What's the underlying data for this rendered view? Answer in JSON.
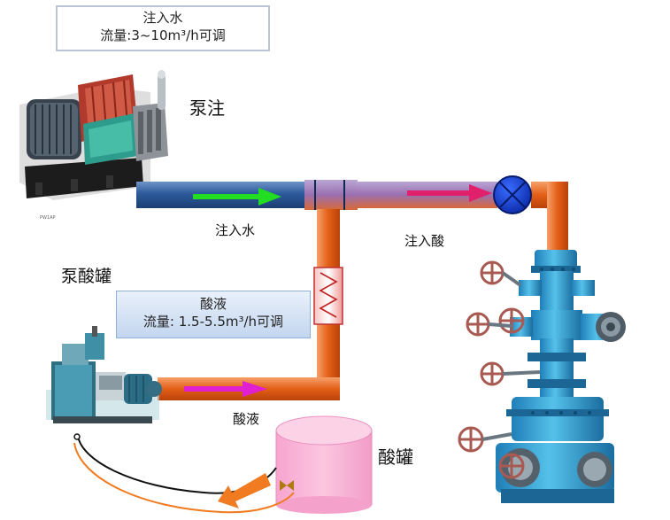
{
  "info_water": {
    "line1": "注入水",
    "line2": "流量:3~10m³/h可调"
  },
  "info_acid": {
    "line1": "酸液",
    "line2": "流量: 1.5-5.5m³/h可调"
  },
  "labels": {
    "pump_injection": "泵注",
    "water_pipe": "注入水",
    "acid_pipe": "注入酸",
    "pump_acid_tank": "泵酸罐",
    "acid_liquid": "酸液",
    "acid_tank": "酸罐",
    "pump_nameplate": "PW1AP"
  },
  "colors": {
    "water_pipe": "#2f5f9e",
    "acid_pipe": "#e0601a",
    "water_arrow": "#22dd22",
    "acid_arrow": "#e0206a",
    "liquid_arrow": "#e020d0",
    "valve": "#1a3fcf",
    "tank": "#f8a6cf",
    "wellhead": "#3aa7d6"
  }
}
